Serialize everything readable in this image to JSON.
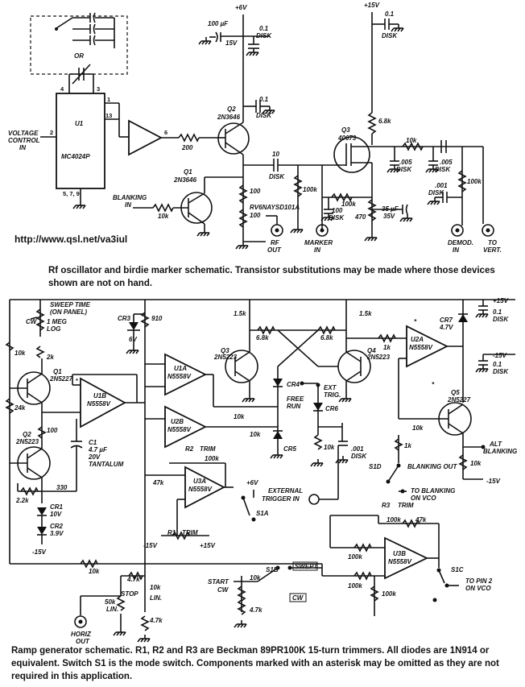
{
  "url": "http://www.qsl.net/va3iul",
  "caption_top": "Rf oscillator and birdie marker schematic. Transistor substitutions may be made where those devices shown are not on hand.",
  "caption_bottom": "Ramp generator schematic. R1, R2 and R3 are Beckman 89PR100K 15-turn trimmers. All diodes are 1N914 or equivalent. Switch S1 is the mode switch. Components marked with an asterisk may be omitted as they are not required in this application.",
  "top": {
    "u1": "U1",
    "u1_part": "MC4024P",
    "u1_pins_gnd": "5, 7, 9",
    "pin4": "4",
    "pin3": "3",
    "pin1": "1",
    "pin13": "13",
    "pin2": "2",
    "pin6": "6",
    "or": "OR",
    "vc1": "VOLTAGE",
    "vc2": "CONTROL",
    "vc3": "IN",
    "r200": "200",
    "q2": "Q2",
    "q2p": "2N3646",
    "q1": "Q1",
    "q1p": "2N3646",
    "blank1": "BLANKING",
    "blank2": "IN",
    "r10k_a": "10k",
    "plus6": "+6V",
    "c100uf": "100 µF",
    "v15": "15V",
    "c01a": "0.1",
    "disk_a": "DISK",
    "c01b": "0.1",
    "disk_b": "DISK",
    "c10": "10",
    "disk_c": "DISK",
    "r100a": "100",
    "rv": "RV6NAYSD101A",
    "r100b": "100",
    "r100k_a": "100k",
    "rf1": "RF",
    "rf2": "OUT",
    "plus15": "+15V",
    "c01c": "0.1",
    "disk_d": "DISK",
    "r68k": "6.8k",
    "q3": "Q3",
    "q3p": "40673",
    "r10k_b": "10k",
    "c005a": ".005",
    "disk_e": "DISK",
    "c005b": ".005",
    "disk_f": "DISK",
    "r100k_b": "100k",
    "c001": ".001",
    "disk_g": "DISK",
    "c100": "100",
    "disk_h": "DISK",
    "r100k_c": "100k",
    "r470": "470",
    "c35": "35 µF",
    "v35": "35V",
    "mk1": "MARKER",
    "mk2": "IN",
    "dm1": "DEMOD.",
    "dm2": "IN",
    "tv1": "TO",
    "tv2": "VERT."
  },
  "ramp": {
    "sweep1": "SWEEP TIME",
    "sweep2": "(ON PANEL)",
    "cw_a": "CW",
    "meg1": "1 MEG",
    "meg2": "LOG",
    "r10k_1": "10k",
    "r2k": "2k",
    "q1": "Q1",
    "q1p": "2N5227",
    "r24k": "24k",
    "q2": "Q2",
    "q2p": "2N5223",
    "r100": "100",
    "r22k": "2.2k",
    "r330": "330",
    "cr1": "CR1",
    "cr1v": "10V",
    "cr2": "CR2",
    "cr2v": "3.9V",
    "m15a": "-15V",
    "u1b": "U1B",
    "u1bp": "N5558V",
    "c1": "C1",
    "c1v": "4.7 µF",
    "c1v2": "20V",
    "c1t": "TANTALUM",
    "r910": "910",
    "cr3": "CR3",
    "cr3v": "6V",
    "u1a": "U1A",
    "u1ap": "N5558V",
    "u2b": "U2B",
    "u2bp": "N5558V",
    "r2": "R2",
    "trim_a": "TRIM",
    "r100k_1": "100k",
    "r47k_1": "47k",
    "u3a": "U3A",
    "u3ap": "N5558V",
    "r1": "R1",
    "trim_b": "TRIM",
    "m15b": "-15V",
    "p15a": "+15V",
    "p6": "+6V",
    "s1a": "S1A",
    "r15k_a": "1.5k",
    "r68k_a": "6.8k",
    "q3": "Q3",
    "q3p": "2N5223",
    "r10k_2": "10k",
    "cr4": "CR4",
    "free1": "FREE",
    "free2": "RUN",
    "r10k_3": "10k",
    "cr5": "CR5",
    "ext1": "EXT",
    "ext2": "TRIG.",
    "cr6": "CR6",
    "r10k_4": "10k",
    "c001": ".001",
    "disk_a": "DISK",
    "ext_in1": "EXTERNAL",
    "ext_in2": "TRIGGER IN",
    "r15k_b": "1.5k",
    "r68k_b": "6.8k",
    "q4": "Q4",
    "q4p": "2N5223",
    "r1k_a": "1k",
    "u2a": "U2A",
    "u2ap": "N5558V",
    "cr7": "CR7",
    "cr7v": "4.7V",
    "p15b": "+15V",
    "c01a": "0.1",
    "disk_b": "DISK",
    "m15c": "-15V",
    "c01b": "0.1",
    "disk_c": "DISK",
    "q5": "Q5",
    "q5p": "2N5227",
    "r10k_5": "10k",
    "alt1": "ALT",
    "alt2": "BLANKING",
    "r1k_b": "1k",
    "s1d": "S1D",
    "bo": "BLANKING OUT",
    "tbv1": "TO BLANKING",
    "tbv2": "ON VCO",
    "r10k_6": "10k",
    "m15d": "-15V",
    "r3": "R3",
    "trim_c": "TRIM",
    "r100k_2": "100k",
    "r47k_2": "47k",
    "r100k_3": "100k",
    "u3b": "U3B",
    "u3bp": "N5558V",
    "r100k_4": "100k",
    "r100k_5": "100k",
    "s1c": "S1C",
    "tp1": "TO PIN 2",
    "tp2": "ON VCO",
    "r10k_7": "10k",
    "start": "START",
    "cw_b": "CW",
    "r10k_8": "10k",
    "s1b": "S1B",
    "swept": "SWEPT",
    "cwbox": "CW",
    "r47k_3": "4.7k",
    "r47k_4": "4.7k",
    "r50k": "50k",
    "lin_a": "LIN.",
    "stop": "STOP",
    "r10k_9": "10k",
    "lin_b": "LIN.",
    "r47k_5": "4.7k",
    "horiz1": "HORIZ",
    "horiz2": "OUT",
    "ast": "*"
  }
}
